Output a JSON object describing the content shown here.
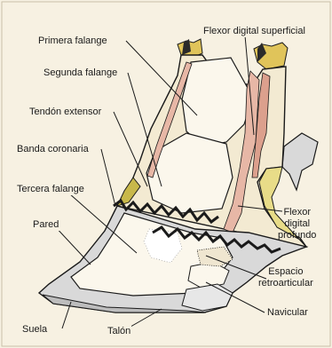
{
  "labels": {
    "primera_falange": "Primera falange",
    "flexor_digital_superficial": "Flexor digital superficial",
    "segunda_falange": "Segunda falange",
    "tendon_extensor": "Tendón extensor",
    "banda_coronaria": "Banda coronaria",
    "tercera_falange": "Tercera falange",
    "pared": "Pared",
    "flexor_digital_profundo": [
      "Flexor",
      "digital",
      "profundo"
    ],
    "espacio_retroarticular": [
      "Espacio",
      "retroarticular"
    ],
    "navicular": "Navicular",
    "suela": "Suela",
    "talon": "Talón"
  },
  "colors": {
    "background": "#f7f1e2",
    "outline": "#1a1a1a",
    "bone": "#fbf7ec",
    "tendon": "#e7b7a6",
    "coronary_band": "#c8b84a",
    "hoof_wall": "#d9d9d9",
    "hair": "#e0c45a"
  }
}
